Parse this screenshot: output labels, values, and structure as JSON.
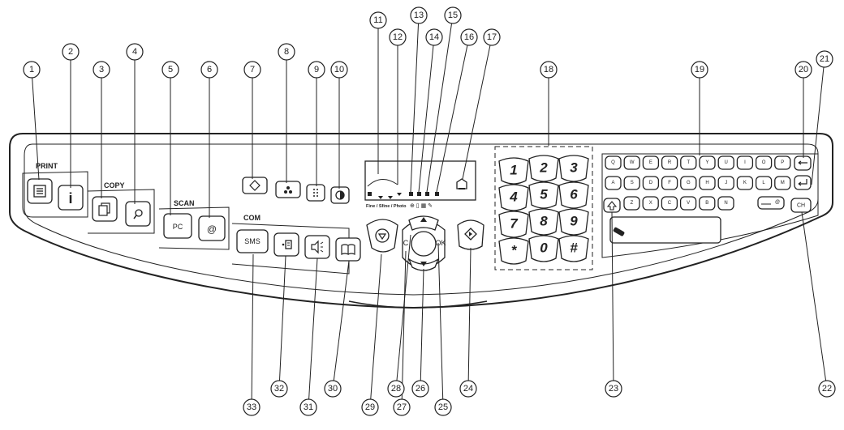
{
  "section_labels": {
    "print": "PRINT",
    "copy": "COPY",
    "scan": "SCAN",
    "com": "COM"
  },
  "key_labels": {
    "pc": "PC",
    "at": "@",
    "sms": "SMS",
    "c": "C",
    "ok": "OK",
    "ch": "CH"
  },
  "mode_label": "Fine / Sfine / Photo",
  "callouts_top": [
    "1",
    "2",
    "3",
    "4",
    "5",
    "6",
    "7",
    "8",
    "9",
    "10",
    "11",
    "12",
    "13",
    "14",
    "15",
    "16",
    "17",
    "18",
    "19",
    "20",
    "21"
  ],
  "callouts_bottom": [
    "33",
    "32",
    "31",
    "30",
    "29",
    "28",
    "27",
    "26",
    "25",
    "24",
    "23",
    "22"
  ],
  "numpad": [
    "1",
    "2",
    "3",
    "4",
    "5",
    "6",
    "7",
    "8",
    "9",
    "*",
    "0",
    "#"
  ],
  "keyboard_row1": [
    "Q",
    "W",
    "E",
    "R",
    "T",
    "Y",
    "U",
    "I",
    "O",
    "P"
  ],
  "keyboard_row2": [
    "A",
    "S",
    "D",
    "F",
    "G",
    "H",
    "J",
    "K",
    "L",
    "M"
  ],
  "keyboard_row3": [
    "Z",
    "X",
    "C",
    "V",
    "B",
    "N"
  ],
  "icons": {
    "print_menu": "menu-icon",
    "info": "info-icon",
    "copy": "copy-icon",
    "copy_zoom": "zoom-icon",
    "stop": "stop-icon",
    "start": "start-diamond-icon",
    "up": "arrow-up-icon",
    "down": "arrow-down-icon",
    "pen": "pen-icon",
    "shift": "shift-icon",
    "enter": "enter-icon",
    "backspace": "backspace-icon"
  }
}
